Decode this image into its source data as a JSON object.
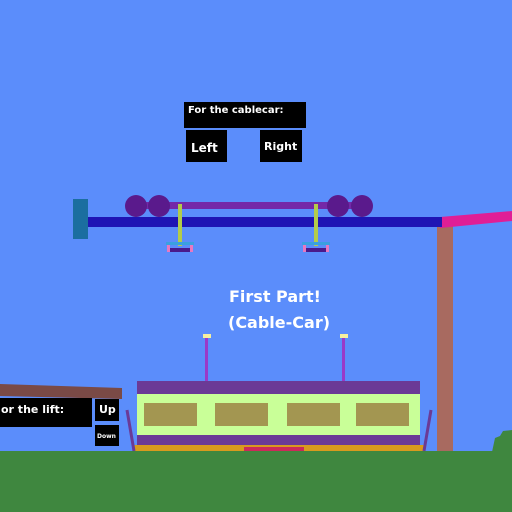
{
  "cablecar_panel": {
    "label": "For the cablecar:",
    "left_button": "Left",
    "right_button": "Right"
  },
  "heading": {
    "line1": "First Part!",
    "line2": "(Cable-Car)"
  },
  "lift_panel": {
    "label": "or the lift:",
    "up_button": "Up",
    "down_button": "Down"
  },
  "colors": {
    "sky": "#5b8dfb",
    "ground": "#3f873f",
    "rail": "#1f14b4",
    "wheel": "#5a1a8c",
    "car_body": "#c9ff98",
    "window": "#a39651",
    "roof": "#6b3a96",
    "pole": "#a86a60",
    "accent": "#e01e96"
  }
}
